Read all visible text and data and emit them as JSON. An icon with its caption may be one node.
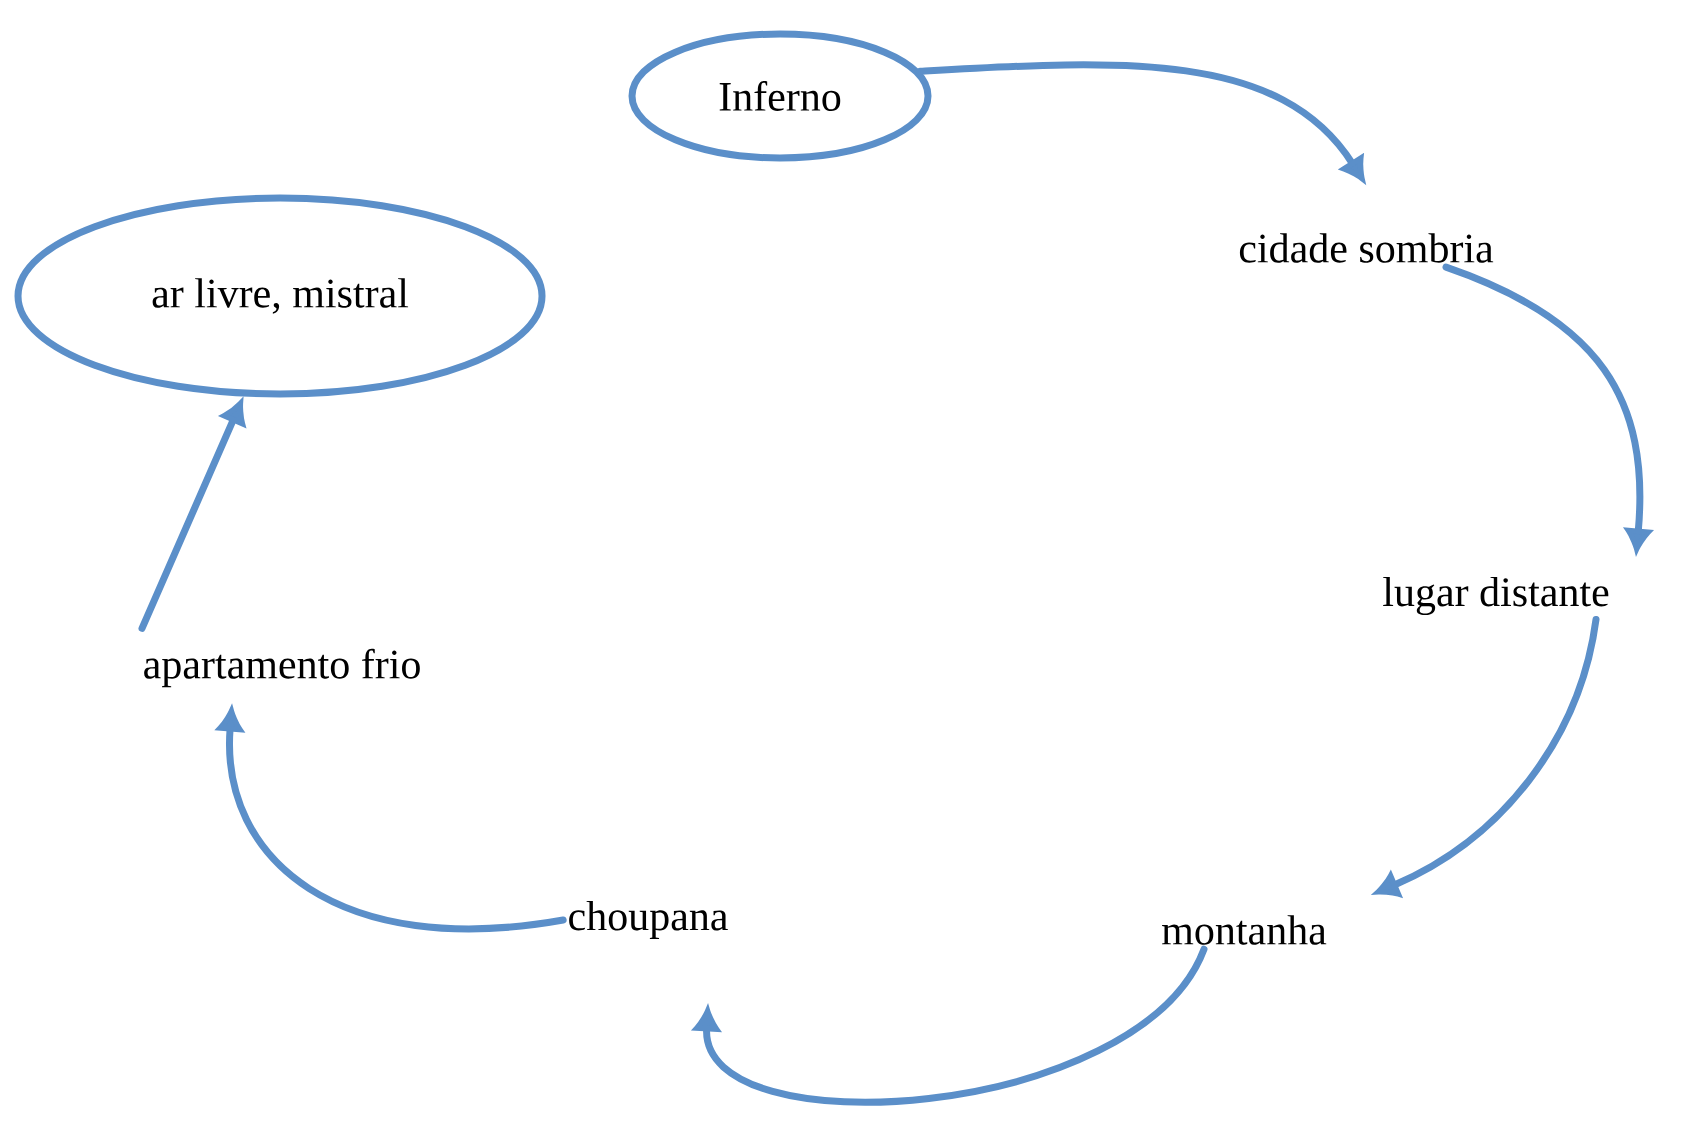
{
  "diagram": {
    "nodes": [
      {
        "text": [
          "Inferno"
        ]
      },
      {
        "text": [
          "cidade sombria"
        ]
      },
      {
        "text": [
          "lugar distante"
        ]
      },
      {
        "text": [
          "montanha"
        ]
      },
      {
        "text": [
          "choupana"
        ]
      },
      {
        "text": [
          "apartamento frio"
        ]
      },
      {
        "text": [
          "ar livre, mistral"
        ]
      }
    ],
    "edges": [
      {
        "from": 0,
        "to": 1,
        "arrow": "to"
      },
      {
        "from": 1,
        "to": 2,
        "arrow": "to"
      },
      {
        "from": 2,
        "to": 3,
        "arrow": "to"
      },
      {
        "from": 3,
        "to": 4,
        "arrow": "to"
      },
      {
        "from": 4,
        "to": 5,
        "arrow": "to"
      },
      {
        "from": 5,
        "to": 6,
        "arrow": "to"
      }
    ]
  }
}
